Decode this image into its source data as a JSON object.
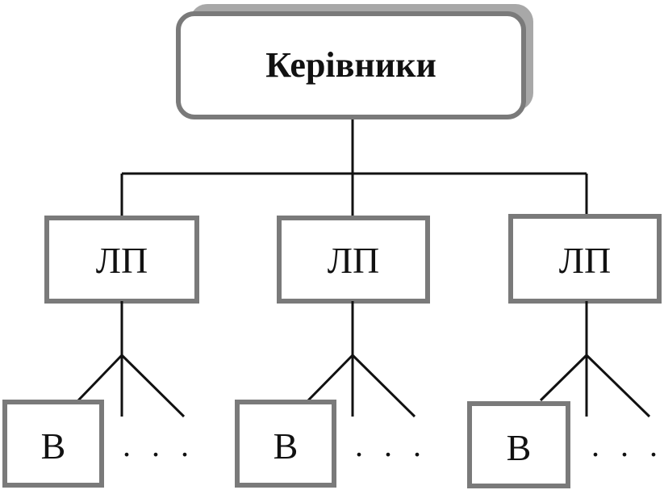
{
  "root": {
    "label": "Керівники"
  },
  "branches": [
    {
      "middle_label": "ЛП",
      "leaf_label": "В",
      "ellipsis": ". . ."
    },
    {
      "middle_label": "ЛП",
      "leaf_label": "В",
      "ellipsis": ". . ."
    },
    {
      "middle_label": "ЛП",
      "leaf_label": "В",
      "ellipsis": ". . ."
    }
  ],
  "colors": {
    "line": "#111111",
    "box_border": "#7a7a7a",
    "box_fill": "#ffffff",
    "shadow": "#a8a8a8"
  }
}
